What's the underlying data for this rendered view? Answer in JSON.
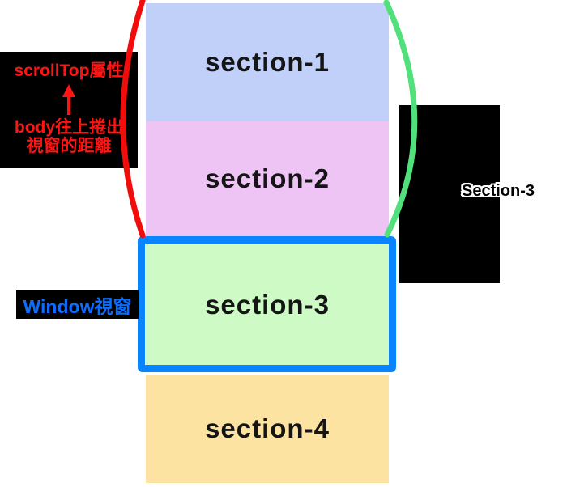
{
  "canvas": {
    "bg": "#ffffff"
  },
  "sections": [
    {
      "label": "section-1",
      "color": "#c0d0f8"
    },
    {
      "label": "section-2",
      "color": "#eec4f5"
    },
    {
      "label": "section-3",
      "color": "#cefac5"
    },
    {
      "label": "section-4",
      "color": "#fde3a2"
    }
  ],
  "viewport": {
    "border_color": "#0984ff"
  },
  "labels": {
    "scrolltop": {
      "line1": "scrollTop屬性",
      "arrow": "up-arrow",
      "line2": "body往上捲出",
      "line3": "視窗的距離",
      "color": "#ff1414",
      "bg": "#000000"
    },
    "window": {
      "text": "Window視窗",
      "color": "#0a6dff",
      "bg": "#000000"
    },
    "target": {
      "text": "Section-3",
      "fill": "#000000",
      "outline": "#ffffff",
      "bg": "#000000"
    }
  },
  "brackets": {
    "left": {
      "meaning": "scrolled-out-distance",
      "color": "#f20d0d"
    },
    "right": {
      "meaning": "distance-to-section-3",
      "color": "#52e07c"
    }
  }
}
